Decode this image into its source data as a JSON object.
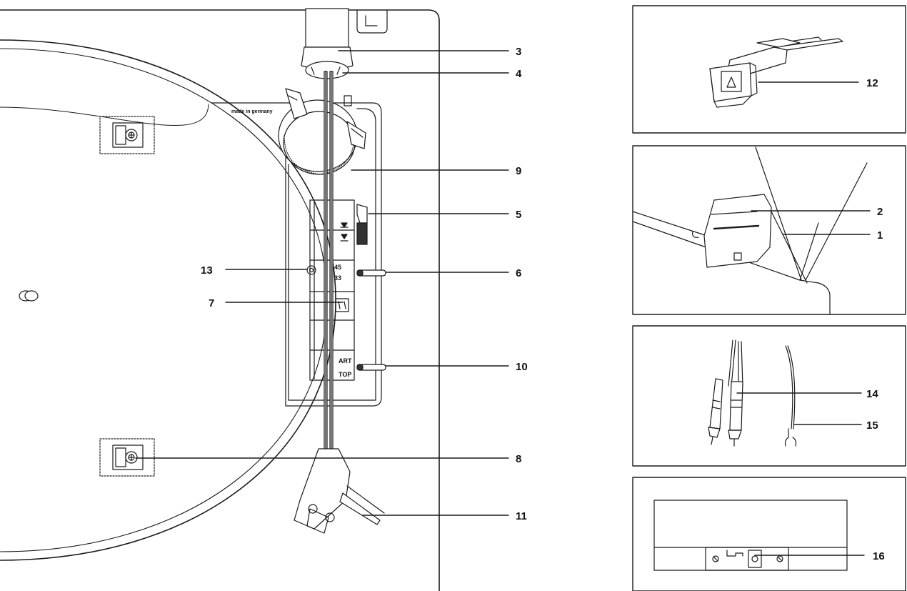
{
  "brand_text": "made in germany",
  "button_labels": {
    "speed": [
      "45",
      "33"
    ],
    "start_stop": [
      "ART",
      "TOP"
    ]
  },
  "callouts": {
    "c1": "1",
    "c2": "2",
    "c3": "3",
    "c4": "4",
    "c5": "5",
    "c6": "6",
    "c7": "7",
    "c8": "8",
    "c9": "9",
    "c10": "10",
    "c11": "11",
    "c12": "12",
    "c13": "13",
    "c14": "14",
    "c15": "15",
    "c16": "16"
  }
}
